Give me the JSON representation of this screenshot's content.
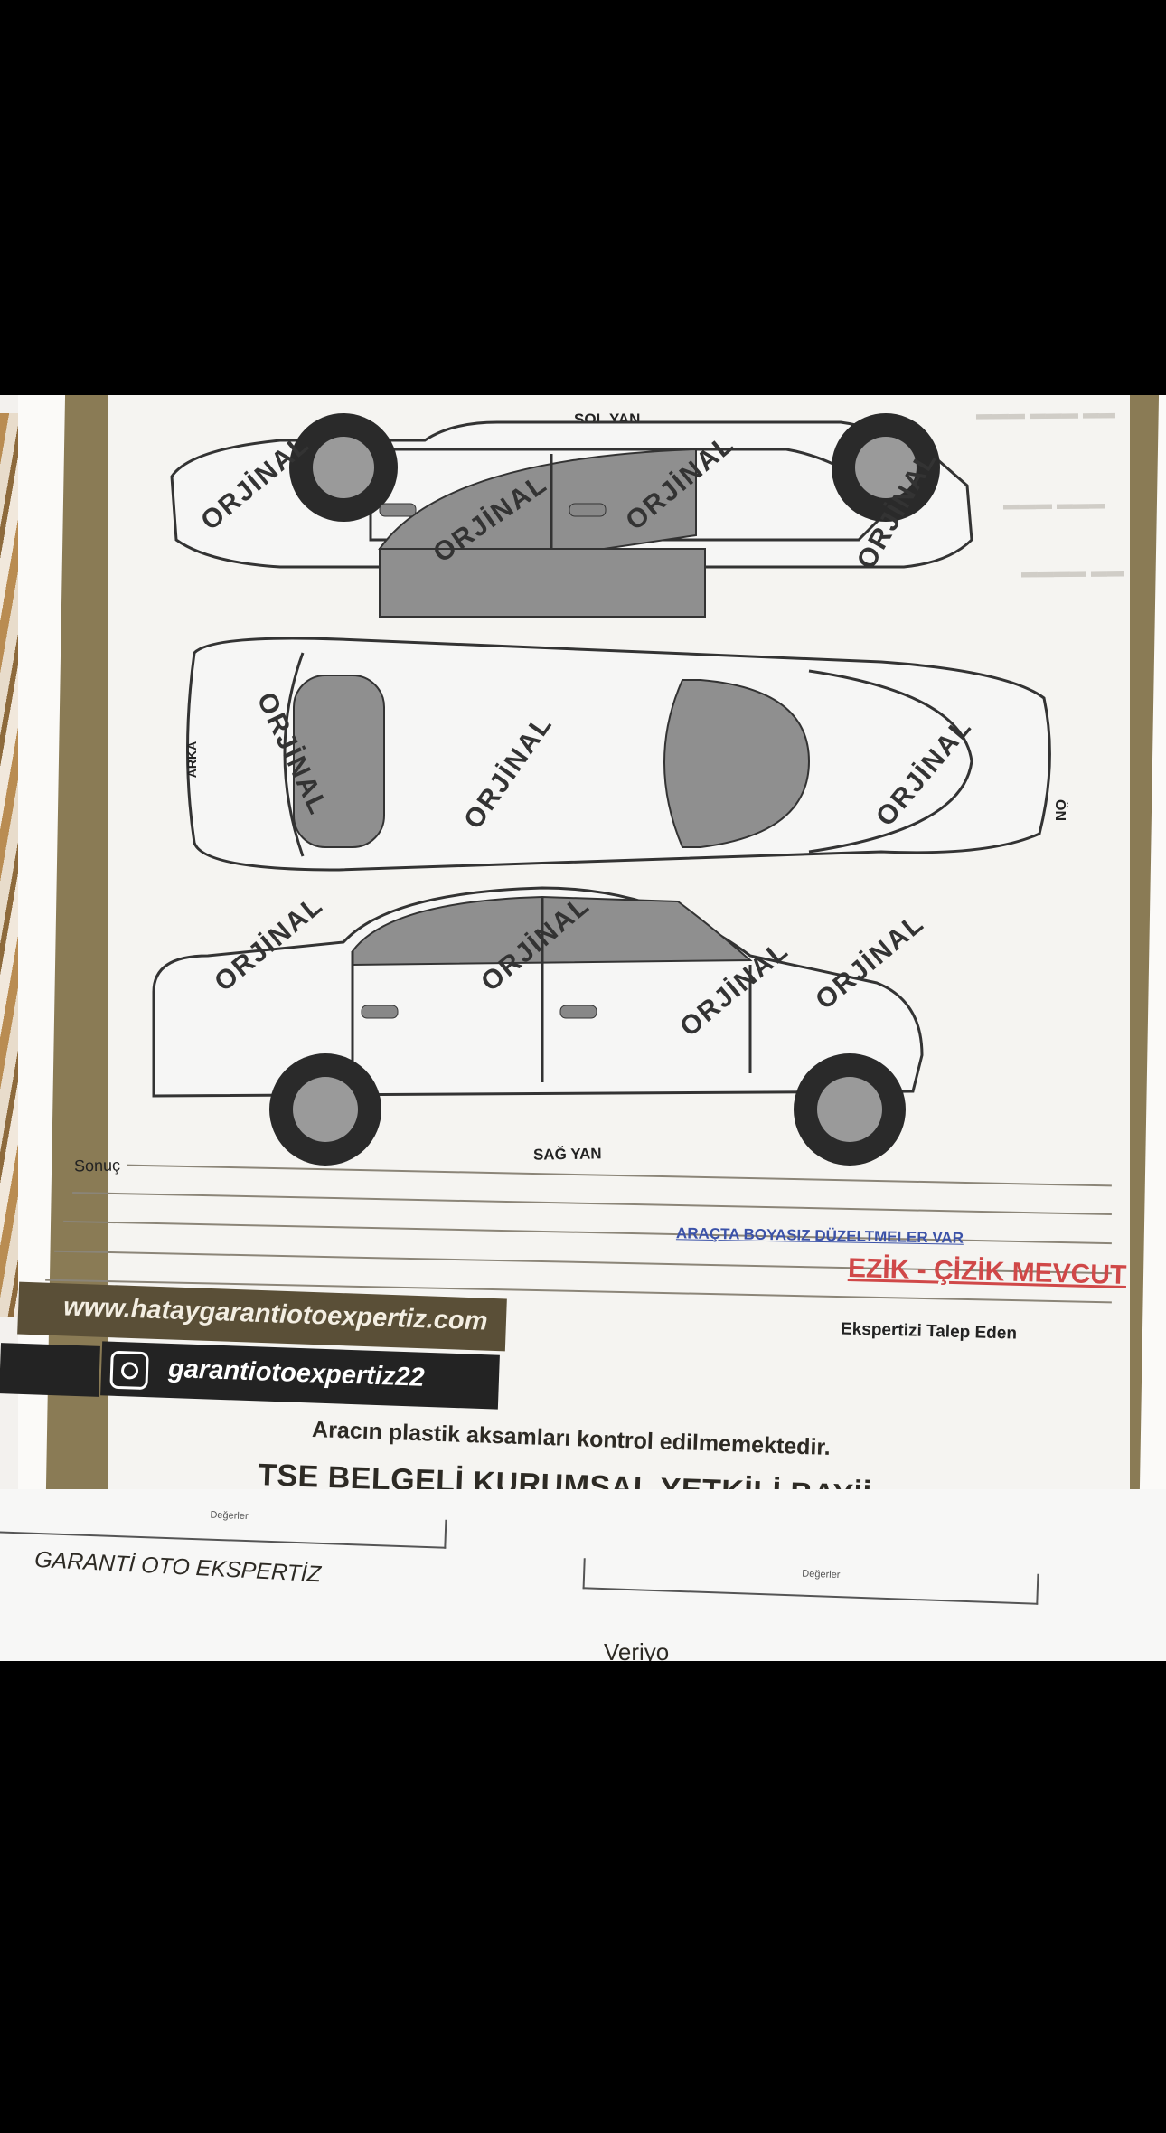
{
  "form": {
    "sol_yan": "SOL YAN",
    "sag_yan": "SAĞ YAN",
    "arka": "ARKA",
    "on": "ÖN",
    "stamp": "ORJİNAL",
    "sonuc": "Sonuç",
    "blue_note": "ARAÇTA BOYASIZ DÜZELTMELER VAR",
    "red_note": "EZİK - ÇİZİK MEVCUT",
    "talep_eden": "Ekspertizi Talep Eden"
  },
  "banner": {
    "website": "www.hataygarantiotoexpertiz.com",
    "instagram": "garantiotoexpertiz22"
  },
  "footer": {
    "plastik": "Aracın plastik aksamları kontrol edilmemektedir.",
    "tse": "TSE BELGELİ KURUMSAL YETKİLİ BAYİİ",
    "company": "GARANTİ OTO EKSPERTİZ",
    "degerler_1": "Değerler",
    "degerler_2": "Değerler",
    "veriyor": "Veriyo"
  },
  "colors": {
    "gold": "#8a7b55",
    "banner_brown": "#5a4f37",
    "blue_note": "#3b52a8",
    "red_note": "#d04848"
  }
}
